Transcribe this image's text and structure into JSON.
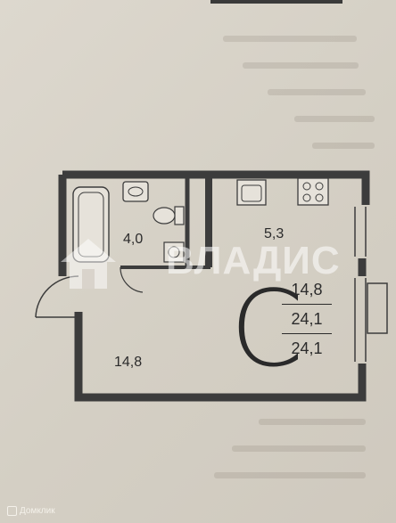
{
  "rooms": {
    "bathroom": {
      "area": "4,0"
    },
    "kitchen": {
      "area": "5,3"
    },
    "hall": {
      "area": "14,8"
    }
  },
  "studio": {
    "letter": "С",
    "living_area": "14,8",
    "total_area": "24,1",
    "total_area_2": "24,1"
  },
  "watermark": {
    "text": "ВЛАДИС"
  },
  "footer": {
    "source": "Домклик"
  },
  "colors": {
    "wall": "#3c3c3c",
    "paper": "#d8d3c9",
    "watermark": "#ffffff"
  }
}
